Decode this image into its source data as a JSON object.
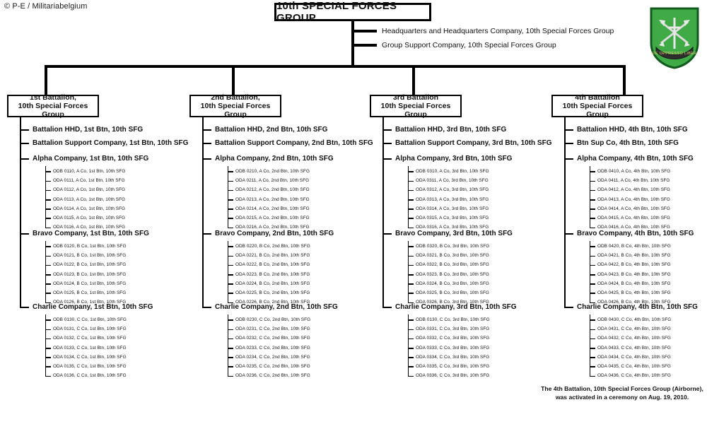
{
  "credit": "© P-E / Militariabelgium",
  "group": {
    "title": "10th SPECIAL FORCES GROUP",
    "staff": [
      "Headquarters and Headquarters Company, 10th Special Forces Group",
      "Group Support Company, 10th Special Forces Group"
    ]
  },
  "insignia": {
    "name": "special-forces-crest",
    "motto": "DE OPPRESSO LIBER",
    "shield_color": "#3faa46",
    "shield_border": "#0f5a1c",
    "device_color": "#d9d9d9"
  },
  "battalions": [
    {
      "box_line1": "1st Battalion,",
      "box_line2": "10th Special Forces Group",
      "units": [
        "Battalion HHD, 1st Btn, 10th SFG",
        "Battalion  Support Company, 1st Btn, 10th SFG"
      ],
      "companies": [
        {
          "name": "Alpha Company, 1st Btn, 10th SFG",
          "teams": [
            "ODB 0110, A Co, 1st Btn,  10th SFG",
            "ODA 0111, A Co, 1st Btn,  10th SFG",
            "ODA 0112, A Co, 1st Btn,  10th SFG",
            "ODA 0113, A Co, 1st Btn,  10th SFG",
            "ODA 0114, A Co, 1st Btn,  10th SFG",
            "ODA 0115, A Co, 1st Btn,  10th SFG",
            "ODA 0116, A Co, 1st Btn,  10th SFG"
          ]
        },
        {
          "name": "Bravo Company, 1st Btn, 10th SFG",
          "teams": [
            "ODB 0120, B Co, 1st Btn,  10th SFG",
            "ODA 0121, B Co, 1st Btn,  10th SFG",
            "ODA 0122, B Co, 1st Btn,  10th SFG",
            "ODA 0123, B Co, 1st Btn,  10th SFG",
            "ODA 0124, B Co, 1st Btn,  10th SFG",
            "ODA 0125, B Co, 1st Btn,  10th SFG",
            "ODA 0126, B Co, 1st Btn,  10th SFG"
          ]
        },
        {
          "name": "Charlie Company, 1st Btn, 10th SFG",
          "teams": [
            "ODB 0130, C Co, 1st Btn,  10th SFG",
            "ODA 0131, C Co, 1st Btn,  10th SFG",
            "ODA 0132, C Co, 1st Btn,  10th SFG",
            "ODA 0133, C Co, 1st Btn,  10th SFG",
            "ODA 0134, C Co, 1st Btn,  10th SFG",
            "ODA 0135, C Co, 1st Btn,  10th SFG",
            "ODA 0136, C Co, 1st Btn,  10th SFG"
          ]
        }
      ]
    },
    {
      "box_line1": "2nd Battalion,",
      "box_line2": "10th Special Forces Group",
      "units": [
        "Battalion HHD,  2nd Btn, 10th SFG",
        "Battalion  Support Company, 2nd Btn, 10th SFG"
      ],
      "companies": [
        {
          "name": "Alpha Company, 2nd Btn, 10th SFG",
          "teams": [
            "ODB 0210, A Co, 2nd Btn,  10th SFG",
            "ODA 0211, A Co, 2nd Btn,  10th SFG",
            "ODA 0212, A Co, 2nd Btn,  10th SFG",
            "ODA 0213, A Co, 2nd Btn,  10th SFG",
            "ODA 0214, A Co, 2nd Btn,  10th SFG",
            "ODA 0215, A Co, 2nd Btn,  10th SFG",
            "ODA 0216, A Co, 2nd Btn,  10th SFG"
          ]
        },
        {
          "name": "Bravo Company, 2nd Btn, 10th SFG",
          "teams": [
            "ODB 0220, B Co, 2nd Btn,  10th SFG",
            "ODA 0221, B Co, 2nd Btn,  10th SFG",
            "ODA 0222, B Co, 2nd Btn,  10th SFG",
            "ODA 0223, B Co, 2nd Btn,  10th SFG",
            "ODA 0224, B Co, 2nd Btn,  10th SFG",
            "ODA 0225, B Co, 2nd Btn,  10th SFG",
            "ODA 0226, B Co, 2nd Btn,  10th SFG"
          ]
        },
        {
          "name": "Charlie Company, 2nd Btn, 10th SFG",
          "teams": [
            "ODB 0230, C Co, 2nd Btn,  10th SFG",
            "ODA 0231, C Co, 2nd Btn,  10th SFG",
            "ODA 0232, C Co, 2nd Btn,  10th SFG",
            "ODA 0233, C Co, 2nd Btn,  10th SFG",
            "ODA 0234, C Co, 2nd Btn,  10th SFG",
            "ODA 0235, C Co, 2nd Btn,  10th SFG",
            "ODA 0236, C Co, 2nd Btn,  10th SFG"
          ]
        }
      ]
    },
    {
      "box_line1": "3rd Battalion",
      "box_line2": "10th Special Forces Group",
      "units": [
        "Battalion HHD, 3rd Btn, 10th SFG",
        "Battalion  Support Company, 3rd Btn, 10th SFG"
      ],
      "companies": [
        {
          "name": "Alpha Company, 3rd Btn, 10th SFG",
          "teams": [
            "ODB 0310, A Co, 3rd Btn,  10th SFG",
            "ODA 0311, A Co, 3rd Btn,  10th SFG",
            "ODA 0312, A Co, 3rd Btn,  10th SFG",
            "ODA 0313, A Co, 3rd Btn,  10th SFG",
            "ODA 0314, A Co, 3rd Btn,  10th SFG",
            "ODA 0315, A Co, 3rd Btn,  10th SFG",
            "ODA 0316, A Co, 3rd Btn,  10th SFG"
          ]
        },
        {
          "name": "Bravo Company, 3rd Btn, 10th SFG",
          "teams": [
            "ODB 0320, B Co, 3rd Btn,  10th SFG",
            "ODA 0321, B Co, 3rd Btn,  10th SFG",
            "ODA 0322, B Co, 3rd Btn,  10th SFG",
            "ODA 0323, B Co, 3rd Btn,  10th SFG",
            "ODA 0324, B Co, 3rd Btn,  10th SFG",
            "ODA 0325, B Co, 3rd Btn,  10th SFG",
            "ODA 0326, B Co, 3rd Btn,  10th SFG"
          ]
        },
        {
          "name": "Charlie Company, 3rd Btn, 10th SFG",
          "teams": [
            "ODB 0130, C Co, 3rd Btn,  10th SFG",
            "ODA 0331, C Co, 3rd Btn,  10th SFG",
            "ODA 0332, C Co, 3rd Btn,  10th SFG",
            "ODA 0333, C Co, 3rd Btn,  10th SFG",
            "ODA 0334, C Co, 3rd Btn,  10th SFG",
            "ODA 0335, C Co, 3rd Btn,  10th SFG",
            "ODA 0336, C Co, 3rd Btn,  10th SFG"
          ]
        }
      ]
    },
    {
      "box_line1": "4th Battalion",
      "box_line2": "10th Special Forces Group",
      "units": [
        "Battalion HHD, 4th Btn, 10th SFG",
        "Btn  Sup Co, 4th Btn, 10th SFG"
      ],
      "companies": [
        {
          "name": "Alpha Company, 4th Btn, 10th SFG",
          "teams": [
            "ODB 0410, A Co, 4th Btn,  10th SFG",
            "ODA 0411, A Co, 4th Btn,  10th SFG",
            "ODA 0412, A Co, 4th Btn,  10th SFG",
            "ODA 0413, A Co, 4th Btn,  10th SFG",
            "ODA 0414, A Co, 4th Btn,  10th SFG",
            "ODA 0415, A Co, 4th Btn,  10th SFG",
            "ODA 0416, A Co, 4th Btn,  10th SFG"
          ]
        },
        {
          "name": "Bravo Company, 4th Btn, 10th SFG",
          "teams": [
            "ODB 0420, B Co, 4th Btn,  10th SFG",
            "ODA 0421, B Co, 4th Btn,  10th SFG",
            "ODA 0422, B Co, 4th Btn,  10th SFG",
            "ODA 0423, B Co, 4th Btn,  10th SFG",
            "ODA 0424, B Co, 4th Btn,  10th SFG",
            "ODA 0425, B Co, 4th Btn,  10th SFG",
            "ODA 0426, B Co, 4th Btn,  10th SFG"
          ]
        },
        {
          "name": "Charlie Company, 4th Btn, 10th SFG",
          "teams": [
            "ODB 0430, C Co, 4th Btn,  10th SFG",
            "ODA 0431, C Co, 4th Btn,  10th SFG",
            "ODA 0432, C Co, 4th Btn,  10th SFG",
            "ODA 0433, C Co, 4th Btn,  10th SFG",
            "ODA 0434, C Co, 4th Btn,  10th SFG",
            "ODA 0435, C Co, 4th Btn,  10th SFG",
            "ODA 0436, C Co, 4th Btn,  10th SFG"
          ]
        }
      ]
    }
  ],
  "footnote": "The 4th Battalion, 10th Special Forces Group (Airborne), was activated in a ceremony on Aug. 19, 2010."
}
